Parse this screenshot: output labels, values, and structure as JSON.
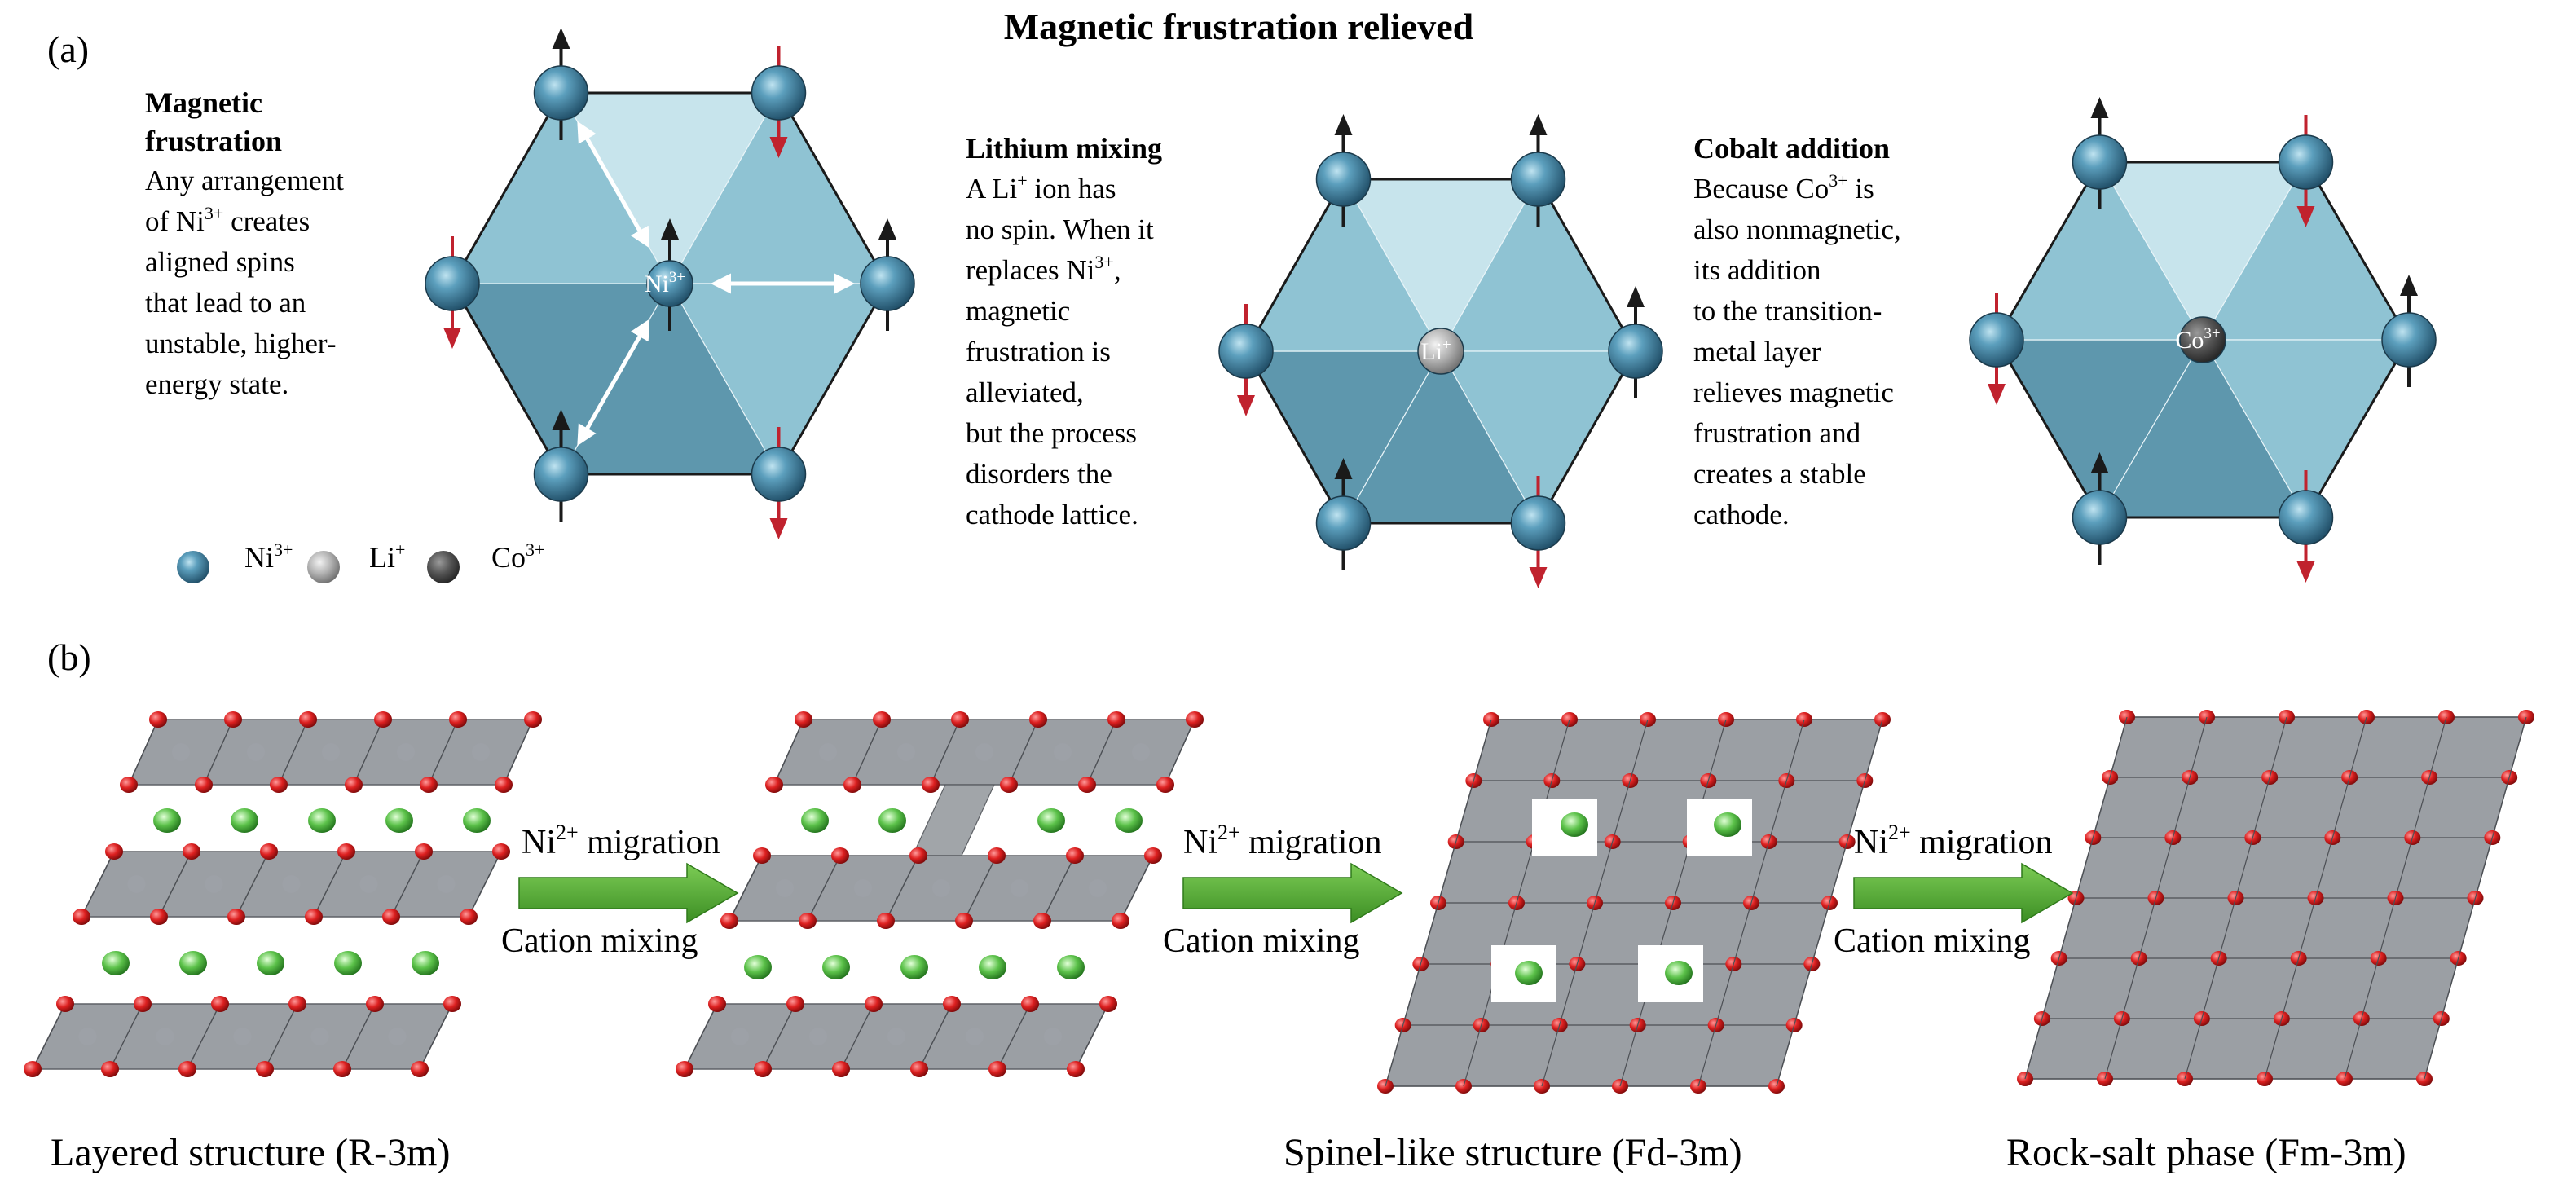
{
  "panel_a": {
    "label": "(a)",
    "title": "Magnetic frustration relieved",
    "sections": [
      {
        "heading_lines": [
          "Magnetic",
          "frustration"
        ],
        "body_lines": [
          {
            "pre": "Any arrangement",
            "sup": "",
            "post": ""
          },
          {
            "pre": "of Ni",
            "sup": "3+",
            "post": " creates"
          },
          {
            "pre": "aligned spins",
            "sup": "",
            "post": ""
          },
          {
            "pre": "that lead to an",
            "sup": "",
            "post": ""
          },
          {
            "pre": "unstable, higher-",
            "sup": "",
            "post": ""
          },
          {
            "pre": "energy state.",
            "sup": "",
            "post": ""
          }
        ]
      },
      {
        "heading_lines": [
          "Lithium mixing"
        ],
        "body_lines": [
          {
            "pre": "A Li",
            "sup": "+",
            "post": " ion has"
          },
          {
            "pre": "no spin. When it",
            "sup": "",
            "post": ""
          },
          {
            "pre": "replaces Ni",
            "sup": "3+",
            "post": ","
          },
          {
            "pre": "magnetic",
            "sup": "",
            "post": ""
          },
          {
            "pre": "frustration is",
            "sup": "",
            "post": ""
          },
          {
            "pre": "alleviated,",
            "sup": "",
            "post": ""
          },
          {
            "pre": "but the process",
            "sup": "",
            "post": ""
          },
          {
            "pre": "disorders the",
            "sup": "",
            "post": ""
          },
          {
            "pre": "cathode lattice.",
            "sup": "",
            "post": ""
          }
        ]
      },
      {
        "heading_lines": [
          "Cobalt addition"
        ],
        "body_lines": [
          {
            "pre": "Because Co",
            "sup": "3+",
            "post": " is"
          },
          {
            "pre": "also nonmagnetic,",
            "sup": "",
            "post": ""
          },
          {
            "pre": "its addition",
            "sup": "",
            "post": ""
          },
          {
            "pre": "to the transition-",
            "sup": "",
            "post": ""
          },
          {
            "pre": "metal layer",
            "sup": "",
            "post": ""
          },
          {
            "pre": "relieves magnetic",
            "sup": "",
            "post": ""
          },
          {
            "pre": "frustration and",
            "sup": "",
            "post": ""
          },
          {
            "pre": "creates a stable",
            "sup": "",
            "post": ""
          },
          {
            "pre": "cathode.",
            "sup": "",
            "post": ""
          }
        ]
      }
    ],
    "center_ions": [
      {
        "base": "Ni",
        "sup": "3+"
      },
      {
        "base": "Li",
        "sup": "+"
      },
      {
        "base": "Co",
        "sup": "3+"
      }
    ],
    "legend": [
      {
        "base": "Ni",
        "sup": "3+"
      },
      {
        "base": "Li",
        "sup": "+"
      },
      {
        "base": "Co",
        "sup": "3+"
      }
    ]
  },
  "panel_b": {
    "label": "(b)",
    "arrow_top_base": "Ni",
    "arrow_top_sup": "2+",
    "arrow_top_post": " migration",
    "arrow_bottom": "Cation mixing",
    "captions": [
      "Layered structure (R-3m)",
      "Spinel-like structure (Fd-3m)",
      "Rock-salt phase (Fm-3m)"
    ]
  },
  "colors": {
    "ni": "#2f6f8f",
    "li": "#a8a8a8",
    "co": "#4a4a4a",
    "spin_up": "#1a1a1a",
    "spin_down": "#c0222e",
    "oxygen": "#d81e1e",
    "lithium_layer": "#5cc24a",
    "octahedra": "#8a8e94",
    "migration_arrow": "#4aa02c",
    "hex_light": "#c7e4ec",
    "hex_mid": "#8fc3d3",
    "hex_dark": "#5e97ad"
  }
}
